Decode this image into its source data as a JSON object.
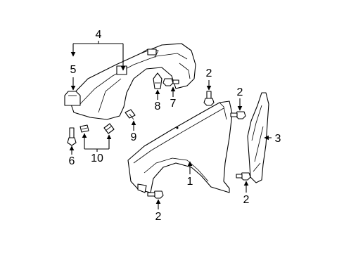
{
  "diagram": {
    "callouts": {
      "c1": "1",
      "c2a": "2",
      "c2b": "2",
      "c2c": "2",
      "c2d": "2",
      "c3": "3",
      "c4": "4",
      "c5": "5",
      "c6": "6",
      "c7": "7",
      "c8": "8",
      "c9": "9",
      "c10": "10"
    },
    "ink_color": "#000000",
    "background_color": "#ffffff"
  }
}
